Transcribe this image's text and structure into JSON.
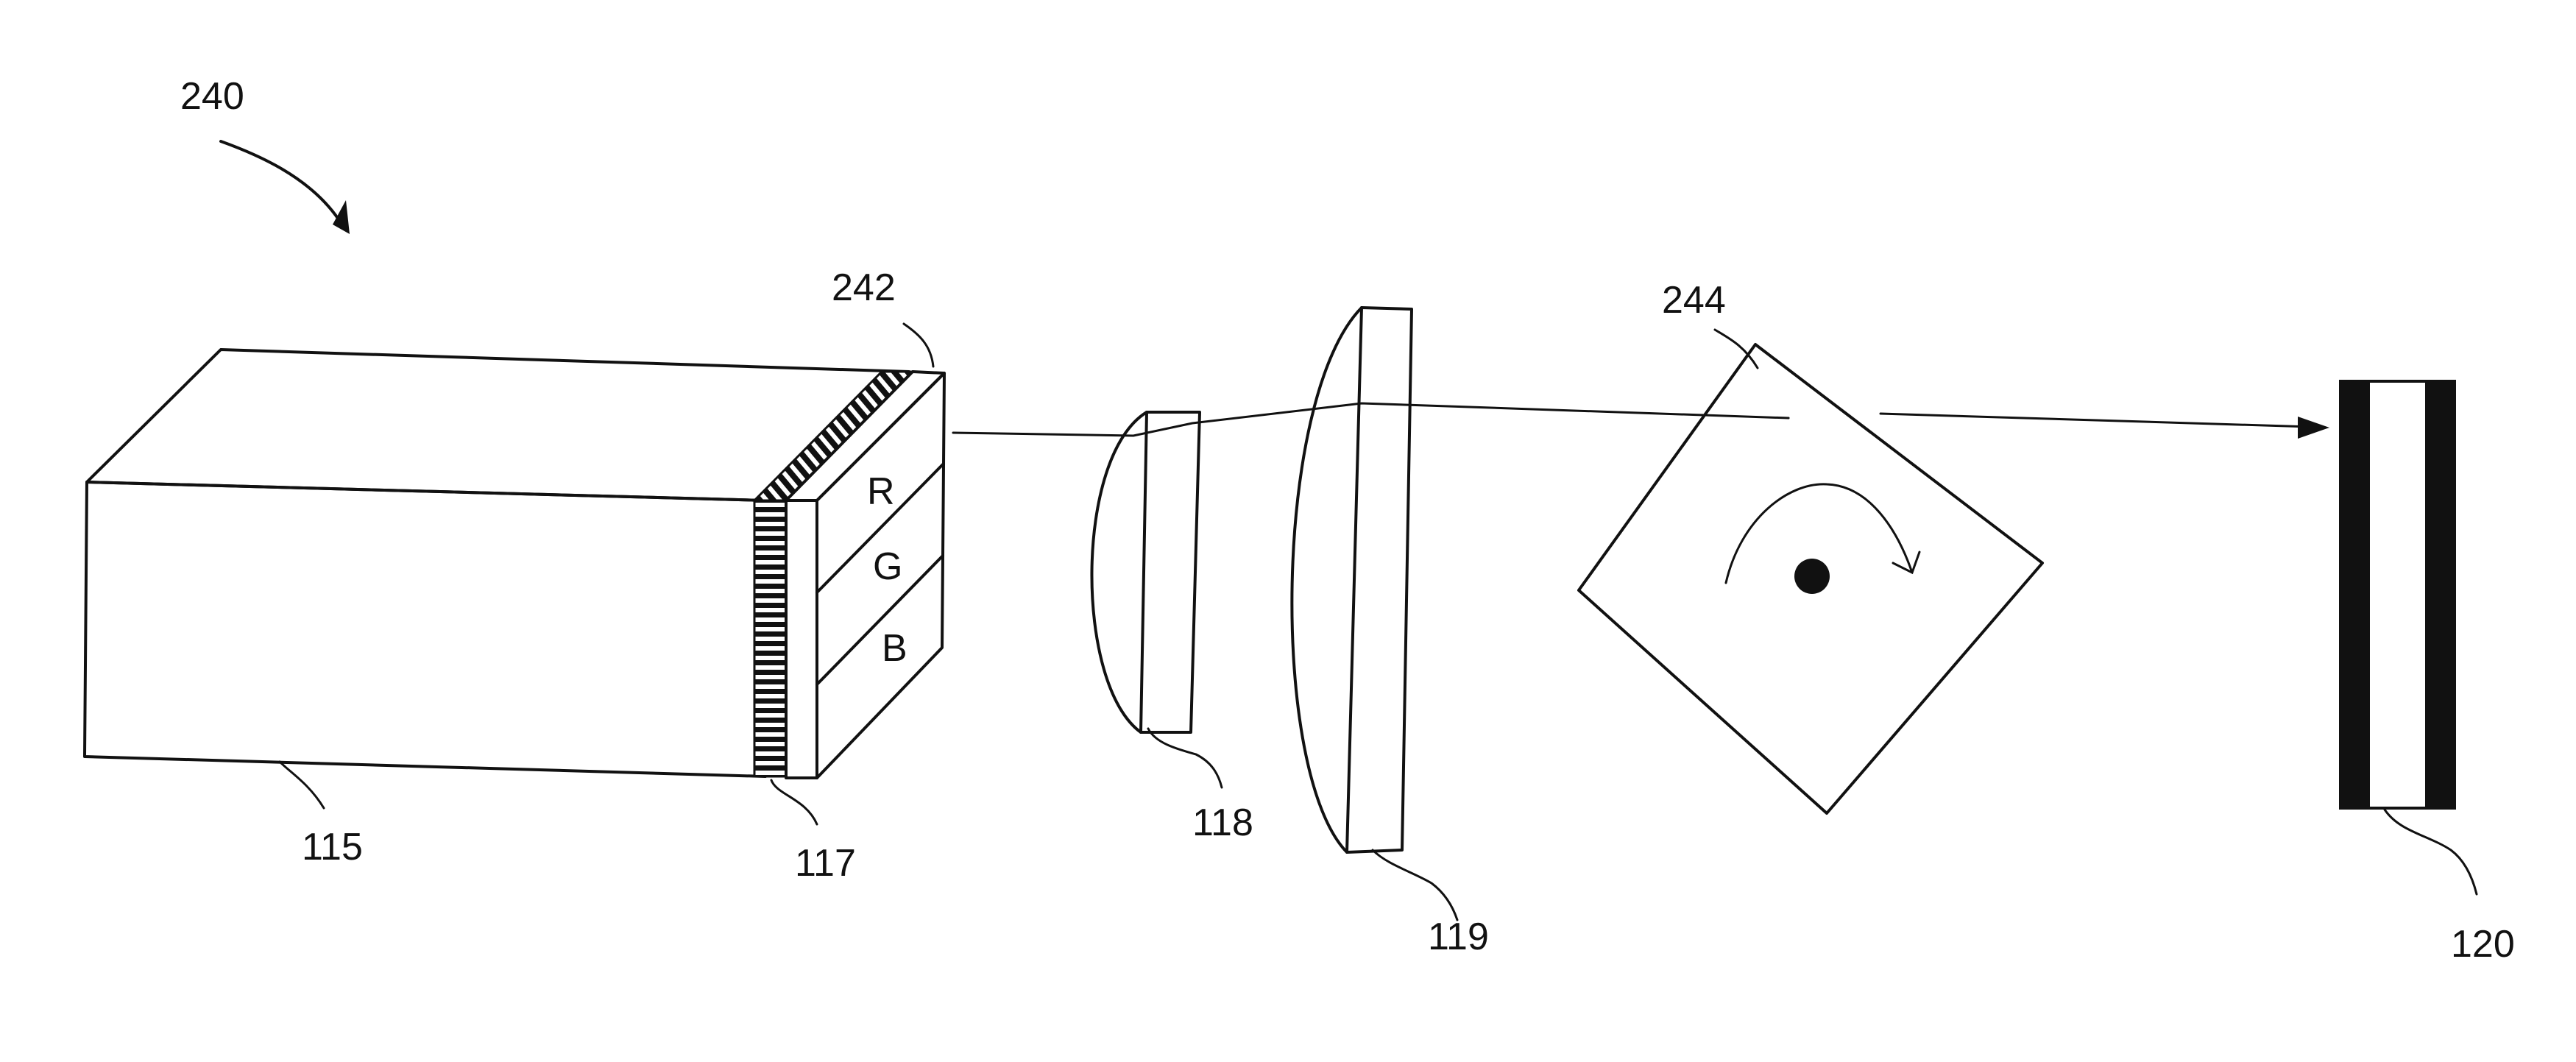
{
  "figure_label": "240",
  "components": {
    "light_module": {
      "ref": "115"
    },
    "modulator_array": {
      "ref": "117"
    },
    "color_filter": {
      "ref": "242",
      "bands": [
        "R",
        "G",
        "B"
      ]
    },
    "first_lens": {
      "ref": "118"
    },
    "second_lens": {
      "ref": "119"
    },
    "rotating_polygon": {
      "ref": "244"
    },
    "screen": {
      "ref": "120"
    }
  },
  "colors": {
    "ink": "#111111",
    "paper": "#ffffff"
  }
}
